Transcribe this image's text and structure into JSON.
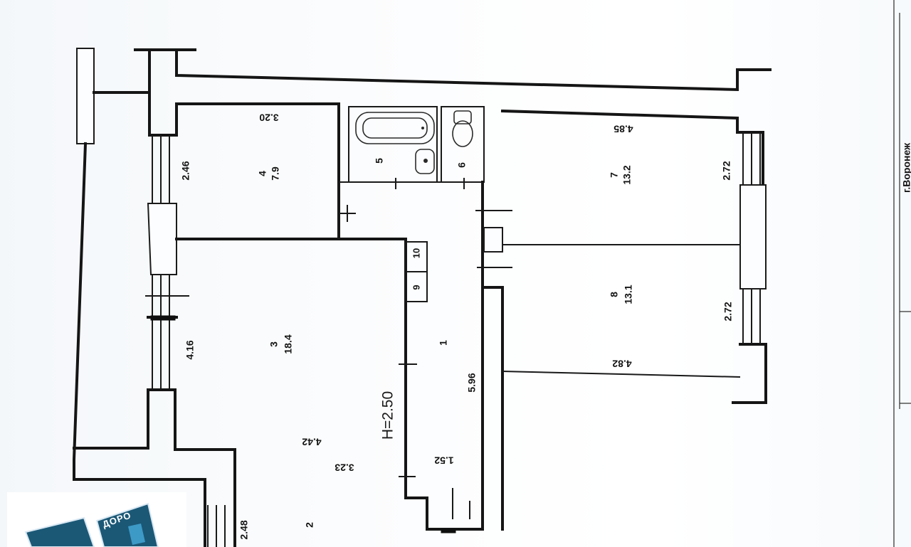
{
  "plan": {
    "height_label": "H=2.50",
    "side_text": "г.Воронеж",
    "logo_word": "ДОРО"
  },
  "rooms": {
    "r4": {
      "id": "4",
      "area": "7.9",
      "width": "3.20",
      "height": "2.46"
    },
    "r3": {
      "id": "3",
      "area": "18.4",
      "side": "4.16",
      "bottom": "4.42"
    },
    "r7": {
      "id": "7",
      "area": "13.2",
      "top": "4.85",
      "side": "2.72"
    },
    "r8": {
      "id": "8",
      "area": "13.1",
      "bottom": "4.82",
      "side": "2.72"
    },
    "r1": {
      "id": "1",
      "length": "5.96",
      "small": "1.52"
    },
    "r2": {
      "id": "2",
      "top": "3.23",
      "side": "2.48"
    },
    "r5": {
      "id": "5"
    },
    "r6": {
      "id": "6"
    },
    "r9": {
      "id": "9"
    },
    "r10": {
      "id": "10"
    }
  },
  "colors": {
    "paper": "#fbfdff",
    "ink": "#151515",
    "logo": "#1b5876"
  }
}
